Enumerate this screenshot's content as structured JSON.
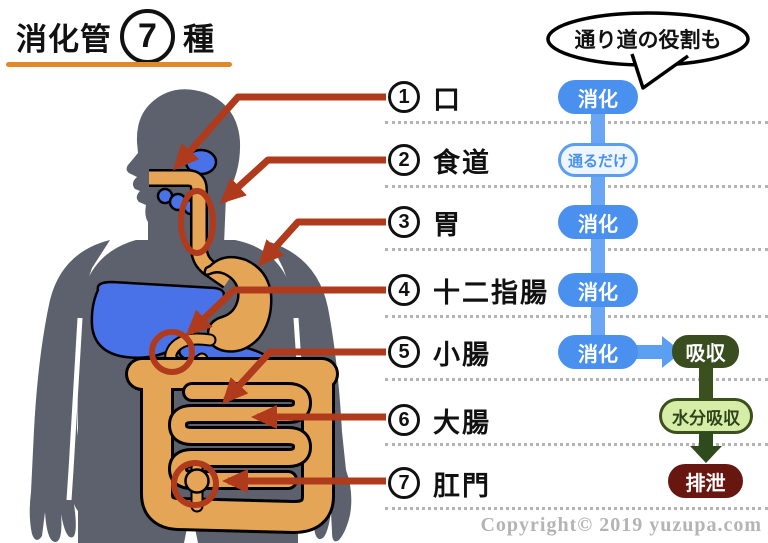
{
  "title": {
    "prefix": "消化管",
    "count": "7",
    "suffix": "種"
  },
  "speech_bubble": {
    "text": "通り道の役割も"
  },
  "organs": [
    {
      "num": "1",
      "name": "口"
    },
    {
      "num": "2",
      "name": "食道"
    },
    {
      "num": "3",
      "name": "胃"
    },
    {
      "num": "4",
      "name": "十二指腸"
    },
    {
      "num": "5",
      "name": "小腸"
    },
    {
      "num": "6",
      "name": "大腸"
    },
    {
      "num": "7",
      "name": "肛門"
    }
  ],
  "flow": {
    "pipeline": [
      {
        "label": "消化"
      },
      {
        "label": "通るだけ"
      },
      {
        "label": "消化"
      },
      {
        "label": "消化"
      },
      {
        "label": "消化"
      }
    ],
    "absorption": "吸収",
    "water_absorption": "水分吸収",
    "excretion": "排泄"
  },
  "footer": {
    "copyright": "Copyright© 2019 yuzupa.com"
  },
  "colors": {
    "arrow_red": "#b03b1c",
    "flow_blue": "#4a90ee",
    "flow_blue_light": "#6aa6f3",
    "absorb_dark_green": "#3a4d1f",
    "water_light_green": "#d6eda8",
    "excrete_maroon": "#671710",
    "title_underline_orange": "#e0882a",
    "body_gray": "#5c616d",
    "organ_orange": "#e5a556",
    "organ_blue": "#4a72e8",
    "dotted_gray": "#b3b3b3"
  }
}
